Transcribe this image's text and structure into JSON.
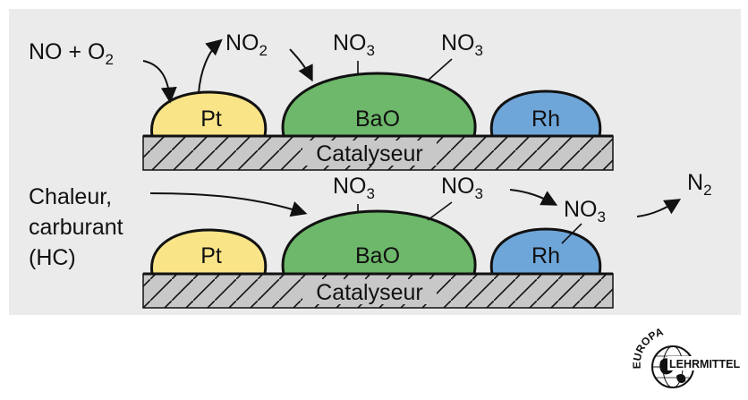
{
  "colors": {
    "panel_bg": "#ebebeb",
    "substrate": "#c8c8c8",
    "pt_fill": "#f9e488",
    "bao_fill": "#6db86a",
    "rh_fill": "#6ea6d9",
    "outline": "#111111"
  },
  "top_panel": {
    "reactant_no": "NO + O",
    "reactant_o2_sub": "2",
    "no2_main": "NO",
    "no2_sub": "2",
    "no3_a_main": "NO",
    "no3_a_sub": "3",
    "no3_b_main": "NO",
    "no3_b_sub": "3",
    "pt_label": "Pt",
    "bao_label": "BaO",
    "rh_label": "Rh",
    "substrate_label": "Catalyseur"
  },
  "bottom_panel": {
    "input_line1": "Chaleur,",
    "input_line2": "carburant",
    "input_line3": "(HC)",
    "no3_a_main": "NO",
    "no3_a_sub": "3",
    "no3_b_main": "NO",
    "no3_b_sub": "3",
    "no3_c_main": "NO",
    "no3_c_sub": "3",
    "n2_main": "N",
    "n2_sub": "2",
    "pt_label": "Pt",
    "bao_label": "BaO",
    "rh_label": "Rh",
    "substrate_label": "Catalyseur"
  },
  "logo": {
    "arc_text": "EUROPA",
    "name_text": "LEHRMITTEL",
    "icon": "globe-icon"
  }
}
